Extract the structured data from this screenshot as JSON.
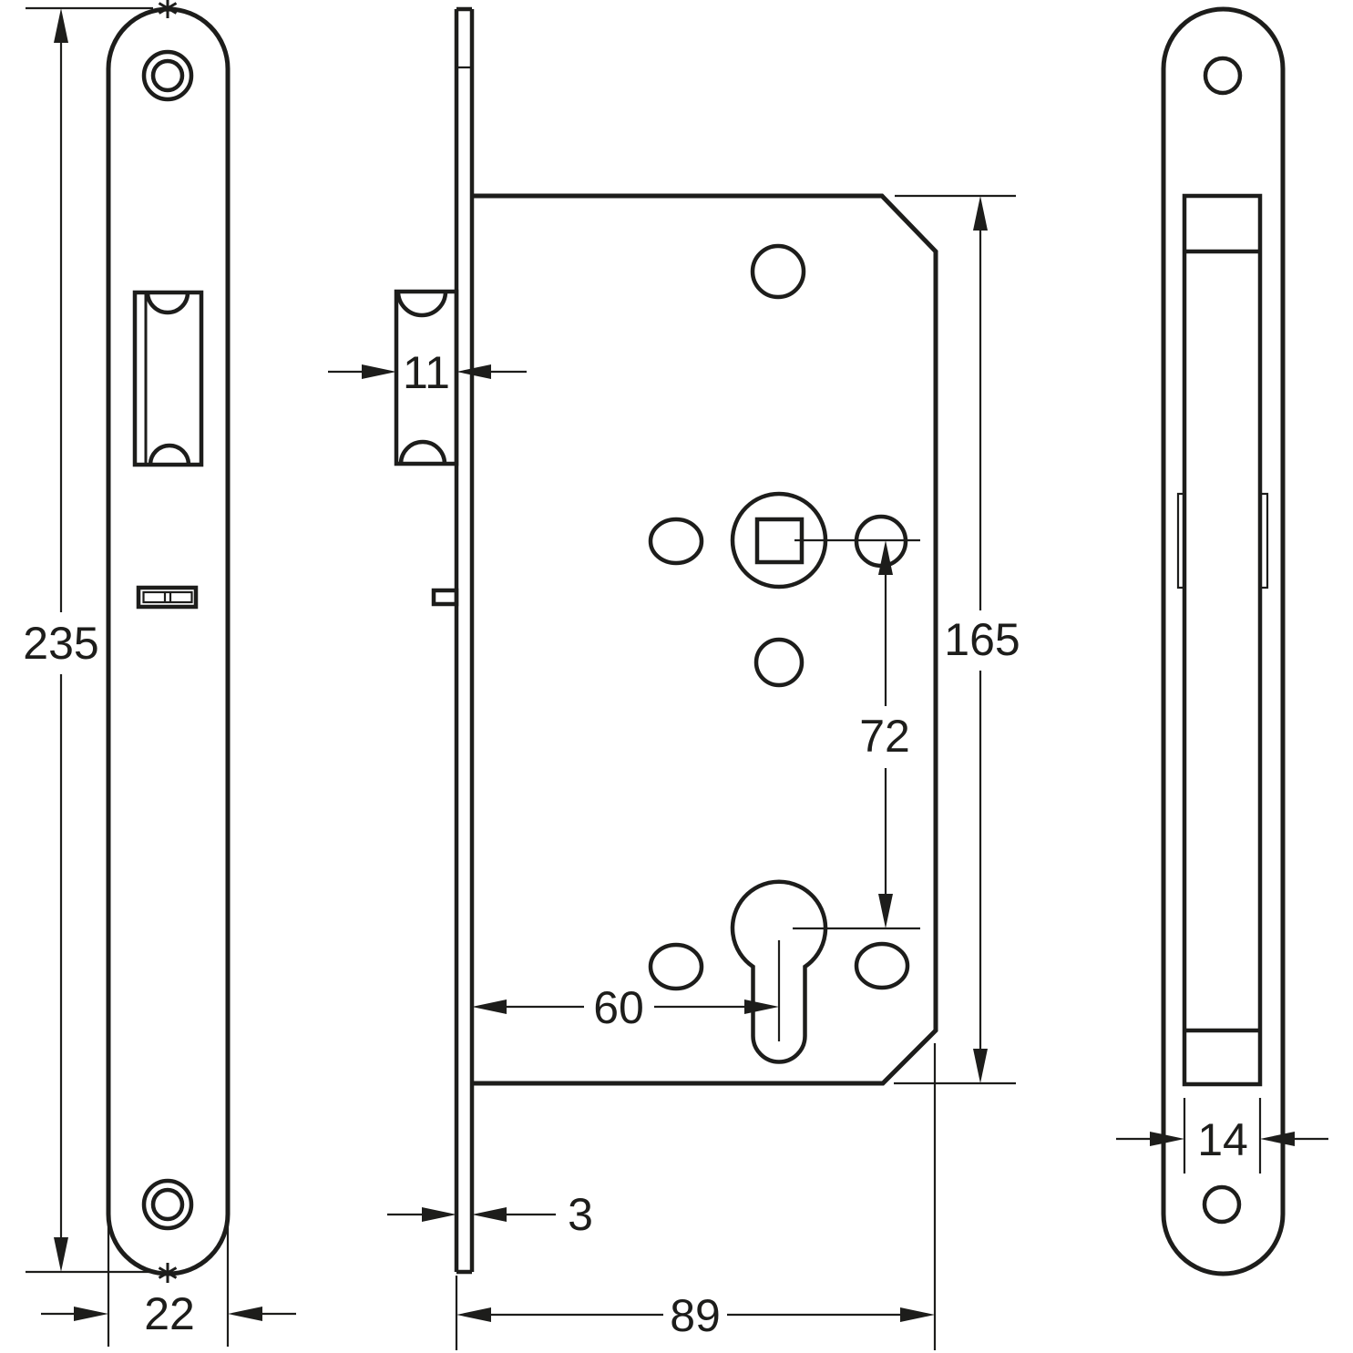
{
  "page": {
    "background": "#ffffff",
    "line_color": "#1d1d1b"
  },
  "dimensions": {
    "faceplate_height": "235",
    "faceplate_width": "22",
    "latch_bolt_width": "11",
    "faceplate_thickness": "3",
    "backset": "60",
    "case_depth": "89",
    "spindle_to_cylinder": "72",
    "case_height": "165",
    "case_back_width": "14"
  }
}
